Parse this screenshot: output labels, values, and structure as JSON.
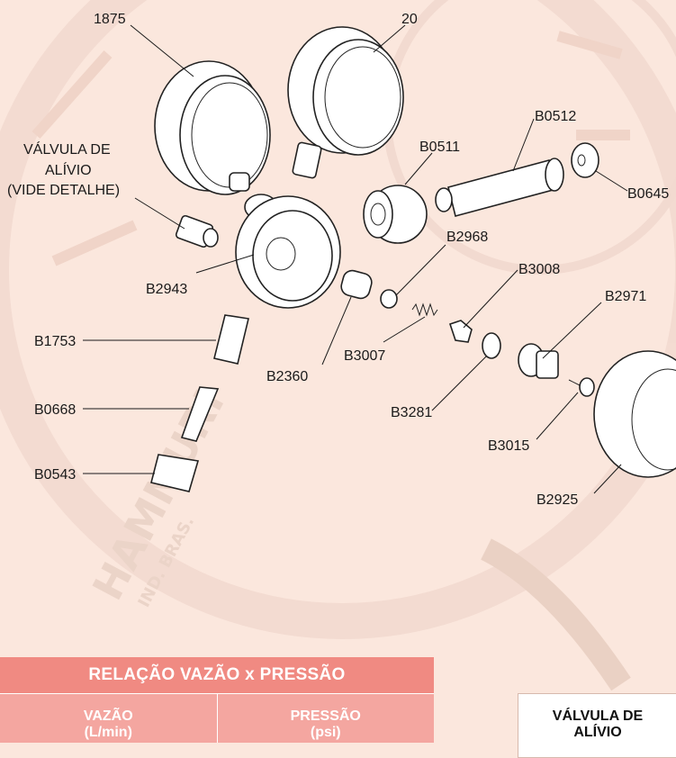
{
  "callouts": {
    "c1875": "1875",
    "c20": "20",
    "c_b0512": "B0512",
    "c_b0511": "B0511",
    "c_b0645": "B0645",
    "c_relief_line1": "VÁLVULA DE",
    "c_relief_line2": "ALÍVIO",
    "c_relief_line3": "(VIDE DETALHE)",
    "c_b2968": "B2968",
    "c_b3008": "B3008",
    "c_b2943": "B2943",
    "c_b2971": "B2971",
    "c_b1753": "B1753",
    "c_b3007": "B3007",
    "c_b2360": "B2360",
    "c_b0668": "B0668",
    "c_b3281": "B3281",
    "c_b3015": "B3015",
    "c_b0543": "B0543",
    "c_b2925": "B2925"
  },
  "watermark": {
    "brand": "HAMMURI",
    "sub": "IND. BRAS."
  },
  "table": {
    "title": "RELAÇÃO VAZÃO x PRESSÃO",
    "col1_line1": "VAZÃO",
    "col1_line2": "(L/min)",
    "col2_line1": "PRESSÃO",
    "col2_line2": "(psi)"
  },
  "relief_table": {
    "title_line1": "VÁLVULA DE",
    "title_line2": "ALÍVIO",
    "edge_char": "A"
  }
}
